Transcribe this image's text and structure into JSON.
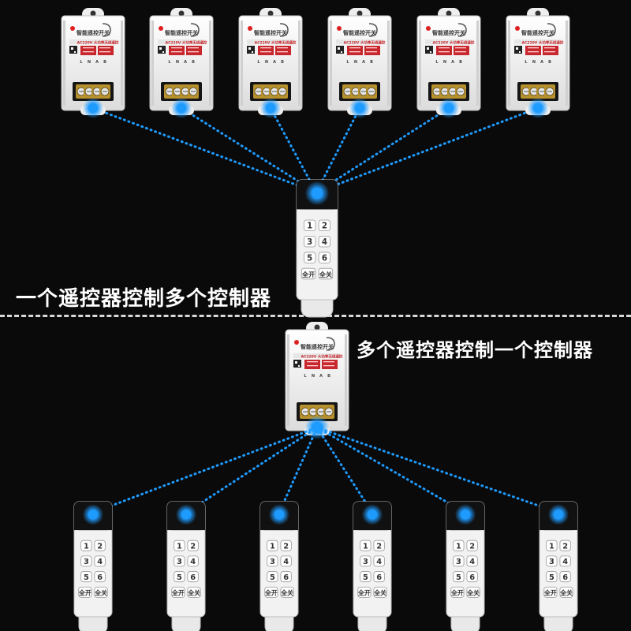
{
  "captions": {
    "top": "一个遥控器控制多个控制器",
    "bottom": "多个遥控器控制一个控制器"
  },
  "controller": {
    "title": "智能遥控开关",
    "spec": "AC220V 大功率无线遥控",
    "terminal_labels": [
      "L",
      "N",
      "A",
      "B"
    ]
  },
  "remote": {
    "buttons": [
      "1",
      "2",
      "3",
      "4",
      "5",
      "6"
    ],
    "bottom_buttons": [
      "全开",
      "全关"
    ]
  },
  "colors": {
    "background": "#0a0a0a",
    "signal": "#1e9bff",
    "device_body": "#f4f4f4",
    "label_red": "#c8282d"
  },
  "icons": {
    "signal_dot": "blue-led-icon",
    "qr": "qr-code-icon"
  }
}
